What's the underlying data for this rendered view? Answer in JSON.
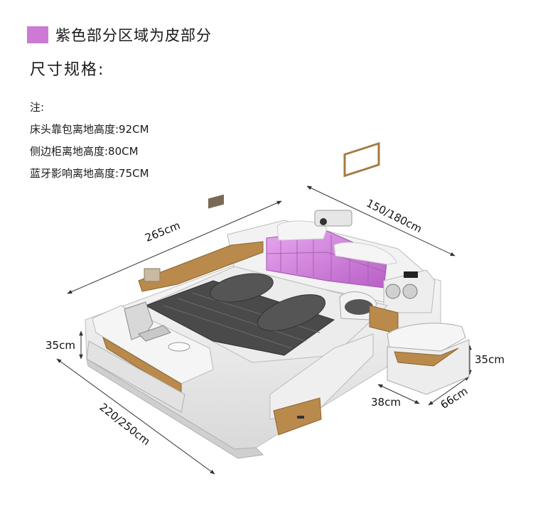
{
  "legend": {
    "swatch_color": "#cc7ad6",
    "text": "紫色部分区域为皮部分"
  },
  "title": "尺寸规格:",
  "notes": {
    "header": "注:",
    "lines": [
      "床头靠包离地高度:92CM",
      "侧边柜离地高度:80CM",
      "蓝牙影响离地高度:75CM"
    ]
  },
  "dimensions": {
    "length": "265cm",
    "width": "150/180cm",
    "depth": "220/250cm",
    "bench_height": "35cm",
    "ottoman_height": "35cm",
    "ottoman_width": "38cm",
    "ottoman_depth": "66cm"
  }
}
